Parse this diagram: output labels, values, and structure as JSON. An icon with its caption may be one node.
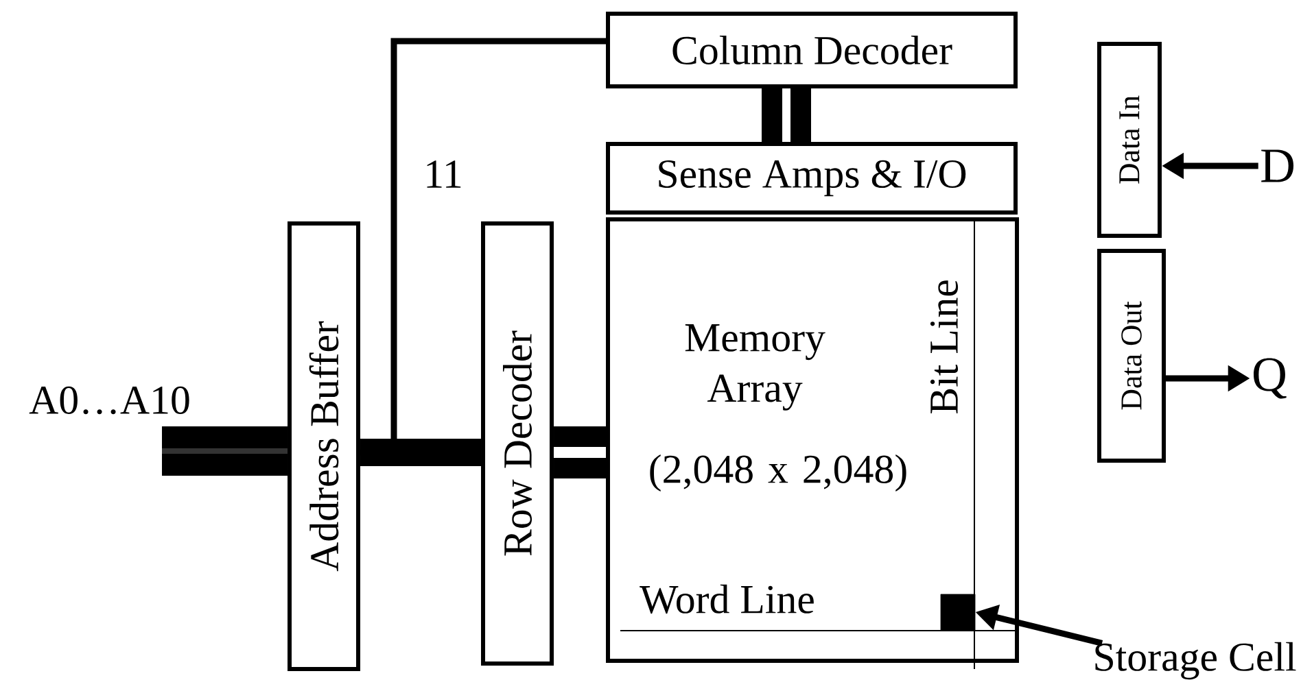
{
  "diagram": {
    "nodes": [
      {
        "text": [
          "Address Buffer"
        ]
      },
      {
        "text": [
          "Row Decoder"
        ]
      },
      {
        "text": [
          "Column Decoder"
        ]
      },
      {
        "text": [
          "Sense Amps & I/O"
        ]
      },
      {
        "text": [
          "Memory Array",
          "(2,048 x 2,048)"
        ]
      },
      {
        "text": [],
        "shape": "box",
        "in": 4
      },
      {
        "text": [
          "Data In"
        ]
      },
      {
        "text": [
          "Data Out"
        ]
      },
      {
        "text": [
          "Storage Cell"
        ]
      },
      {
        "text": [
          "D"
        ]
      },
      {
        "text": [
          "Q"
        ]
      }
    ],
    "edges": [
      {
        "from": null,
        "to": 0,
        "arrow": "none",
        "label": "A0…A10",
        "style": "thick"
      },
      {
        "from": 0,
        "to": 1,
        "arrow": "none",
        "style": "thick"
      },
      {
        "from": 0,
        "to": 2,
        "arrow": "none",
        "label": "11"
      },
      {
        "from": 1,
        "to": 4,
        "arrow": "none",
        "style": "thick"
      },
      {
        "from": 2,
        "to": 3,
        "arrow": "none",
        "style": "thick"
      },
      {
        "from": 9,
        "to": 6,
        "arrow": "to"
      },
      {
        "from": 7,
        "to": 10,
        "arrow": "to"
      },
      {
        "from": 8,
        "to": 5,
        "arrow": "to"
      }
    ],
    "labels": [
      "Bit Line",
      "Word Line"
    ]
  }
}
